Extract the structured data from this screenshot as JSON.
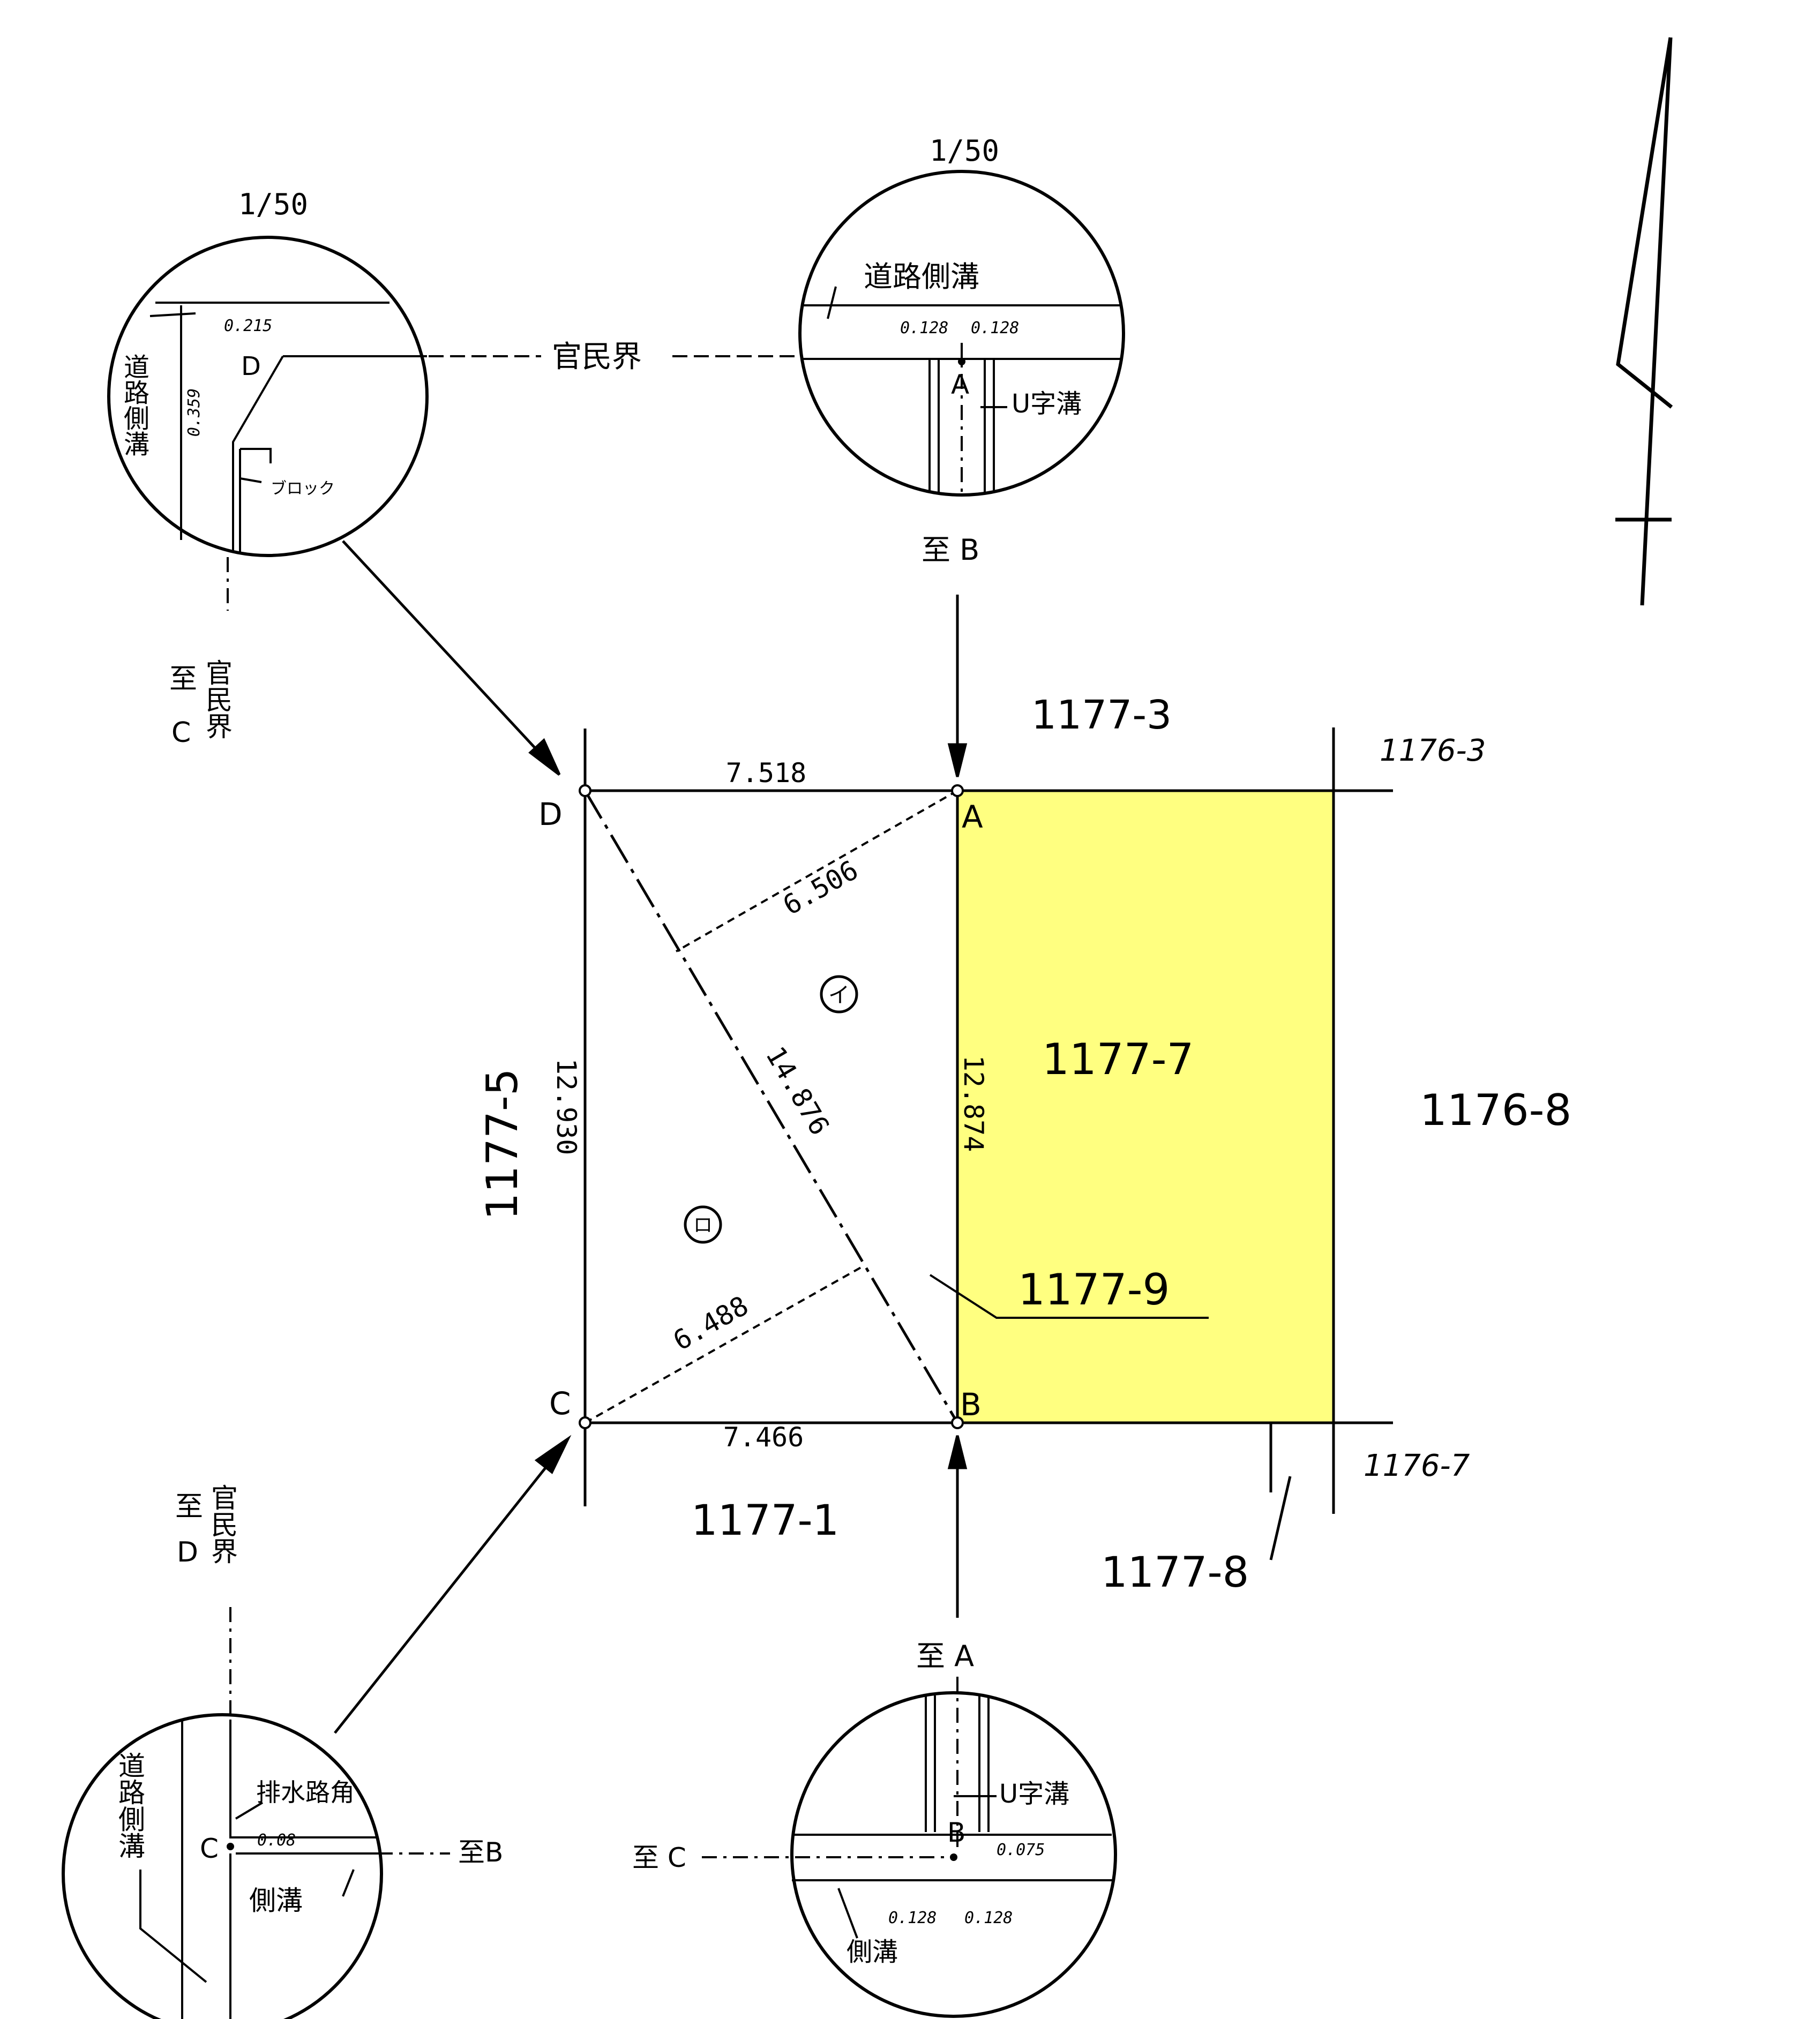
{
  "scales": {
    "detail_d": "1/50",
    "detail_a": "1/50"
  },
  "parcels": {
    "north": "1177-3",
    "north_east": "1176-3",
    "center": "1177-7",
    "east": "1176-8",
    "west": "1177-5",
    "south": "1177-1",
    "south_east_line": "1176-7",
    "south_east": "1177-8",
    "boundary_strip": "1177-9"
  },
  "points": {
    "a": "A",
    "b": "B",
    "c": "C",
    "d": "D"
  },
  "areas": {
    "i": "イ",
    "ro": "ロ"
  },
  "dimensions": {
    "da": "7.518",
    "cb": "7.466",
    "dc": "12.930",
    "ab": "12.874",
    "diag": "14.876",
    "h_a": "6.506",
    "h_c": "6.488"
  },
  "detail_d": {
    "road_ditch": "道路側溝",
    "block": "ブロック",
    "dx": "0.215",
    "dy": "0.359",
    "boundary": "官民界",
    "to_c_a": "至",
    "to_c_b": "C",
    "to_c_boundary": "官民界"
  },
  "detail_a": {
    "road_ditch": "道路側溝",
    "offset_left": "0.128",
    "offset_right": "0.128",
    "u_ditch": "U字溝",
    "to_b": "至 B"
  },
  "detail_c": {
    "to_d_a": "至",
    "to_d_b": "D",
    "to_d_boundary": "官民界",
    "road_ditch": "道路側溝",
    "drain_corner": "排水路角",
    "offset": "0.08",
    "side_ditch": "側溝",
    "to_b": "至B"
  },
  "detail_b": {
    "to_a": "至 A",
    "u_ditch": "U字溝",
    "offset": "0.075",
    "to_c": "至 C",
    "offset_left": "0.128",
    "offset_right": "0.128",
    "side_ditch": "側溝"
  },
  "colors": {
    "highlight": "#ffff80",
    "ink": "#000000"
  },
  "icons": {
    "north_arrow": "north-arrow-icon",
    "survey_point": "survey-point-icon"
  }
}
